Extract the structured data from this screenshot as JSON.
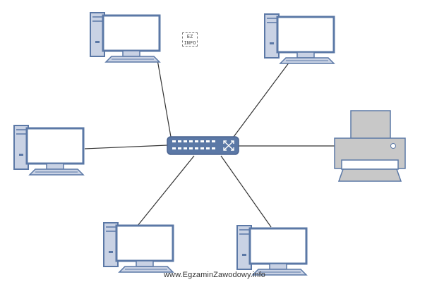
{
  "logo": {
    "line1": "EZ",
    "line2": "INFO"
  },
  "watermark": "www.EgzaminZawodowy.info",
  "colors": {
    "device_fill": "#c9d2e4",
    "device_stroke": "#5b78a6",
    "screen_fill": "#ffffff",
    "link_color": "#333333",
    "printer_fill": "#c8c8c8"
  },
  "devices": [
    {
      "name": "computer-top-left",
      "type": "computer"
    },
    {
      "name": "computer-top-right",
      "type": "computer"
    },
    {
      "name": "computer-middle-left",
      "type": "computer"
    },
    {
      "name": "printer-right",
      "type": "printer"
    },
    {
      "name": "computer-bottom-left",
      "type": "computer"
    },
    {
      "name": "computer-bottom-right",
      "type": "computer"
    },
    {
      "name": "network-switch",
      "type": "switch"
    }
  ]
}
